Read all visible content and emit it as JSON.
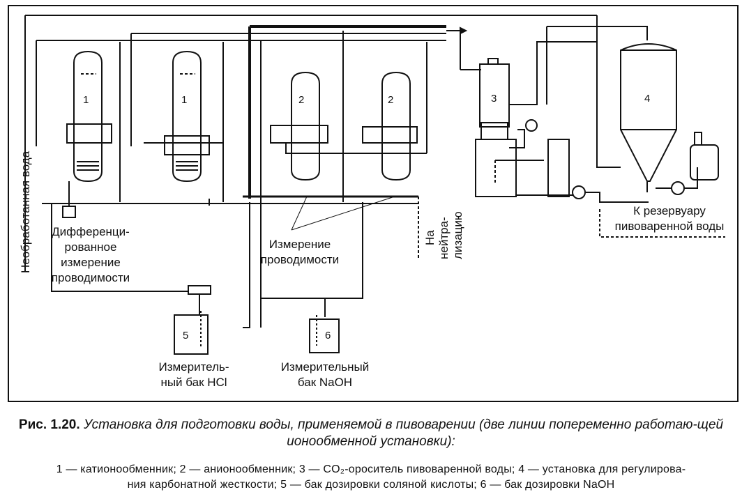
{
  "labels": {
    "untreated_water": "Необработанная вода",
    "diff_measure": [
      "Дифференци-",
      "рованное",
      "измерение",
      "проводимости"
    ],
    "conductivity": [
      "Измерение",
      "проводимости"
    ],
    "neutralization": [
      "На",
      "нейтра-",
      "лизацию"
    ],
    "reservoir": [
      "К резервуару",
      "пивоваренной воды"
    ],
    "tank_hcl": [
      "Измеритель-",
      "ный бак HCl"
    ],
    "tank_naoh": [
      "Измерительный",
      "бак NaOH"
    ]
  },
  "numbers": {
    "cation1": "1",
    "cation2": "1",
    "anion1": "2",
    "anion2": "2",
    "co2": "3",
    "carbonate": "4",
    "hcl": "5",
    "naoh": "6"
  },
  "caption": {
    "fig_number": "Рис. 1.20.",
    "title": "Установка для подготовки воды, применяемой в пивоварении (две линии попеременно работаю-щей ионообменной установки):",
    "legend_line1": "1 — катионообменник; 2 — анионообменник; 3 — CO₂-ороситель пивоваренной воды; 4 — установка для регулирова-",
    "legend_line2": "ния карбонатной жесткости; 5 — бак дозировки соляной кислоты; 6 — бак дозировки NaOH"
  }
}
